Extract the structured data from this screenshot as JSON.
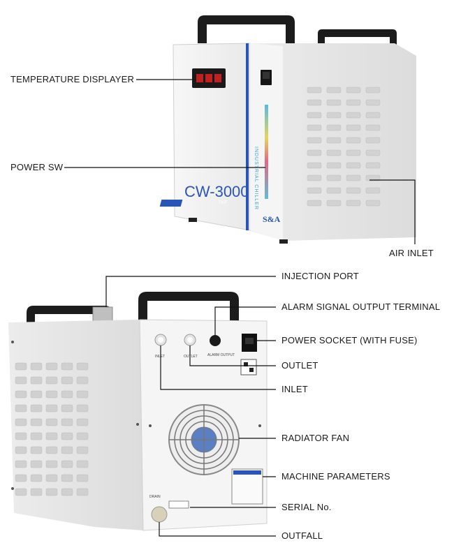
{
  "labels": {
    "temperature_displayer": "TEMPERATURE DISPLAYER",
    "power_sw": "POWER SW",
    "air_inlet": "AIR INLET",
    "injection_port": "INJECTION PORT",
    "alarm_terminal": "ALARM SIGNAL OUTPUT TERMINAL",
    "power_socket": "POWER SOCKET (WITH FUSE)",
    "outlet": "OUTLET",
    "inlet": "INLET",
    "radiator_fan": "RADIATOR FAN",
    "machine_parameters": "MACHINE PARAMETERS",
    "serial_no": "SERIAL No.",
    "outfall": "OUTFALL"
  },
  "device": {
    "model": "CW-3000",
    "model_sub": "TKF",
    "brand": "S&A",
    "side_text": "INDUSTRIAL CHILLER",
    "rear_inlet": "INLET",
    "rear_outlet": "OUTLET",
    "rear_alarm": "ALARM OUTPUT",
    "rear_drain": "DRAIN"
  },
  "colors": {
    "accent_blue": "#2a55b8",
    "handle": "#1c1c1c",
    "body": "#f3f3f3"
  }
}
